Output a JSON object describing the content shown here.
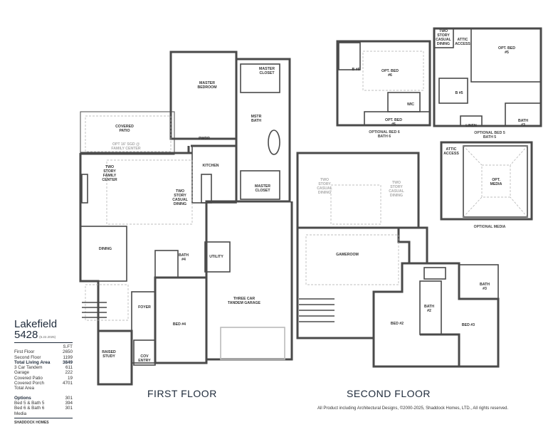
{
  "plan": {
    "name": "Lakefield",
    "number": "5428",
    "date": "(5.22.2025)",
    "sqft_header": "S.FT",
    "areas": [
      {
        "label": "First Floor",
        "value": "2650"
      },
      {
        "label": "Second Floor",
        "value": "1199"
      },
      {
        "label": "Total Living Area",
        "value": "3849"
      },
      {
        "label": "3 Car Tandem",
        "value": "611"
      },
      {
        "label": "Garage",
        "value": "222"
      },
      {
        "label": "Covered Patio",
        "value": "19"
      },
      {
        "label": "Covered Porch",
        "value": "4701"
      },
      {
        "label": "Total Area",
        "value": ""
      }
    ],
    "options_title": "Options",
    "options": [
      {
        "label": "",
        "value": "301"
      },
      {
        "label": "Bed 5 & Bath 5",
        "value": "394"
      },
      {
        "label": "Bed 6 & Bath 6",
        "value": "301"
      },
      {
        "label": "Media",
        "value": ""
      }
    ],
    "brand": "SHADDOCK HOMES"
  },
  "first_floor": {
    "title": "FIRST FLOOR",
    "rooms": {
      "master_bedroom": [
        "MASTER",
        "BEDROOM"
      ],
      "master_closet_top": [
        "MASTER",
        "CLOSET"
      ],
      "mstr_bath": [
        "MSTR",
        "BATH"
      ],
      "master_closet_bottom": [
        "MASTER",
        "CLOSET"
      ],
      "covered_patio": [
        "COVERED",
        "PATIO"
      ],
      "opt_sgd": [
        "OPT 16' SGD @",
        "FAMILY CENTER"
      ],
      "pwdr": "PWDR",
      "kitchen": "KITCHEN",
      "family_center": [
        "TWO",
        "STORY",
        "FAMILY",
        "CENTER"
      ],
      "casual_dining": [
        "TWO",
        "STORY",
        "CASUAL",
        "DINING"
      ],
      "dining": "DINING",
      "bath4": [
        "BATH",
        "#4"
      ],
      "utility": "UTILITY",
      "garage": [
        "THREE CAR",
        "TANDEM GARAGE"
      ],
      "foyer": "FOYER",
      "bed4": "BED #4",
      "raised_study": [
        "RAISED",
        "STUDY"
      ],
      "cov_entry": [
        "COV",
        "ENTRY"
      ]
    }
  },
  "second_floor": {
    "title": "SECOND FLOOR",
    "rooms": {
      "casual_dining_l": [
        "TWO",
        "STORY",
        "CASUAL",
        "DINING"
      ],
      "casual_dining_r": [
        "TWO",
        "STORY",
        "CASUAL",
        "DINING"
      ],
      "gameroom": "GAMEROOM",
      "bed2": "BED #2",
      "bath2": [
        "BATH",
        "#2"
      ],
      "bed3": "BED #3",
      "bath3": [
        "BATH",
        "#3"
      ]
    }
  },
  "options_plans": {
    "bed6": {
      "caption": [
        "OPTIONAL BED 6",
        "BATH 6"
      ],
      "b6": "B #6",
      "opt_bed6": [
        "OPT. BED",
        "#6"
      ],
      "wic": "WIC",
      "opt_bed5": [
        "OPT. BED",
        "#5"
      ]
    },
    "bed5": {
      "caption": [
        "OPTIONAL BED 5",
        "BATH 5"
      ],
      "casual": [
        "TWO",
        "STORY",
        "CASUAL",
        "DINING"
      ],
      "attic": [
        "ATTIC",
        "ACCESS"
      ],
      "opt_bed5": [
        "OPT. BED",
        "#5"
      ],
      "b5": "B #5",
      "linen": "LINEN",
      "bath3": [
        "BATH",
        "#3"
      ]
    },
    "media": {
      "caption": "OPTIONAL MEDIA",
      "attic": [
        "ATTIC",
        "ACCESS"
      ],
      "opt_media": [
        "OPT.",
        "MEDIA"
      ]
    }
  },
  "copyright": "All Product including Architectural Designs, ©2000-2025, Shaddock Homes, LTD., All rights reserved."
}
